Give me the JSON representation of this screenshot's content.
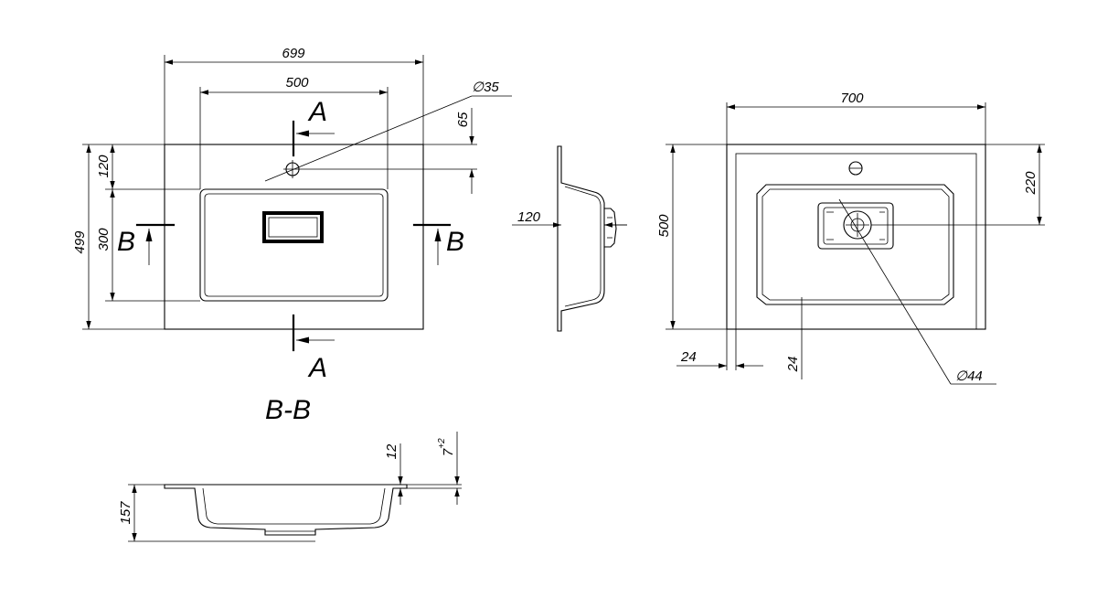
{
  "top_view": {
    "width_overall": "699",
    "width_bowl": "500",
    "hole_diameter": "∅35",
    "hole_offset": "65",
    "depth_front": "120",
    "depth_overall": "499",
    "bowl_depth": "300",
    "section_a_top": "A",
    "section_a_bottom": "A",
    "section_b_left": "B",
    "section_b_right": "B"
  },
  "side_view": {
    "depth": "120"
  },
  "bottom_view": {
    "width": "700",
    "height": "500",
    "drain_offset": "220",
    "margin_left": "24",
    "margin_bottom": "24",
    "drain_diameter": "∅44"
  },
  "section_bb": {
    "title": "B-B",
    "height": "157",
    "thickness": "12",
    "lip": "7",
    "lip_tolerance": "+2"
  }
}
